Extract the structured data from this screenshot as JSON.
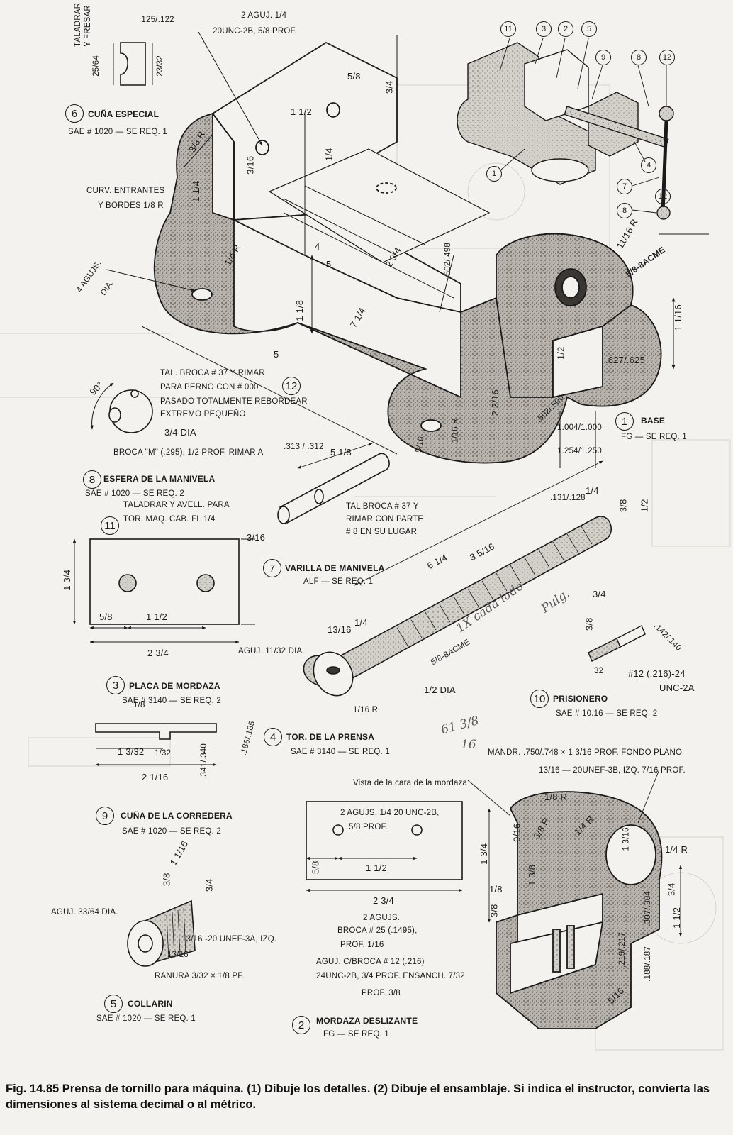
{
  "caption": {
    "figure": "Fig. 14.85",
    "title": "Prensa de  tornillo para máquina.",
    "text": "(1) Dibuje los detalles. (2) Dibuje el ensamblaje. Si indica el instructor, convierta las dimensiones al sistema decimal o al métrico."
  },
  "colors": {
    "ink": "#1a1a1a",
    "paper": "#f4f2ee",
    "stipple": "#8a8782",
    "ghost": "#c9c5be"
  },
  "parts": {
    "base": {
      "number": "1",
      "name": "BASE",
      "spec": "FG — SE REQ. 1"
    },
    "mordaza": {
      "number": "2",
      "name": "MORDAZA DESLIZANTE",
      "spec": "FG — SE REQ. 1"
    },
    "placa": {
      "number": "3",
      "name": "PLACA DE MORDAZA",
      "spec": "SAE # 3140 — SE REQ. 2"
    },
    "tornillo": {
      "number": "4",
      "name": "TOR. DE LA PRENSA",
      "spec": "SAE # 3140 — SE REQ. 1"
    },
    "collarin": {
      "number": "5",
      "name": "COLLARIN",
      "spec": "SAE # 1020 — SE REQ. 1"
    },
    "cuna": {
      "number": "6",
      "name": "CUÑA ESPECIAL",
      "spec": "SAE # 1020 — SE REQ. 1"
    },
    "varilla": {
      "number": "7",
      "name": "VARILLA DE MANIVELA",
      "spec": "ALF — SE REQ. 1"
    },
    "esfera": {
      "number": "8",
      "name": "ESFERA DE LA MANIVELA",
      "spec": "SAE # 1020 — SE REQ. 2"
    },
    "cuna_corredera": {
      "number": "9",
      "name": "CUÑA DE LA CORREDERA",
      "spec": "SAE # 1020 — SE REQ. 2"
    },
    "prisionero": {
      "number": "10",
      "name": "PRISIONERO",
      "spec": "SAE # 10.16 — SE REQ. 2"
    },
    "tornillo_cab": {
      "number": "11"
    },
    "part12": {
      "number": "12"
    }
  },
  "assembly_balloons": [
    "11",
    "3",
    "2",
    "5",
    "9",
    "8",
    "12",
    "4",
    "1",
    "7",
    "8",
    "12"
  ],
  "notes": {
    "taladrar": "TALADRAR\nY FRESAR",
    "agujeros_top": "2 AGUJ.  1/4",
    "unc_top": "20UNC-2B,  5/8 PROF.",
    "curvas": "CURV. ENTRANTES",
    "bordes": "Y BORDES  1/8 R",
    "agujeros_4": "4 AGUJS.",
    "dia": "DIA.",
    "acme": "5/8-8ACME",
    "tal_broca_37": "TAL. BROCA # 37 Y RIMAR",
    "para_perno": "PARA PERNO CON # 000",
    "pasado": "PASADO TOTALMENTE REBORDEAR",
    "extremo": "EXTREMO PEQUEÑO",
    "dia_34": "3/4 DIA",
    "broca_m": "BROCA \"M\" (.295),  1/2  PROF. RIMAR A",
    "rimar_val": ".313 / .312",
    "varilla_len": "5 1/8",
    "tal_broca_37b": "TAL BROCA # 37 Y",
    "rimar_parte": "RIMAR CON PARTE",
    "en_su_lugar": "# 8 EN SU LUGAR",
    "taladrar_avell": "TALADRAR Y AVELL. PARA",
    "tor_maq": "TOR. MAQ. CAB. FL  1/4",
    "agu_1132": "AGUJ.  11/32  DIA.",
    "len_614": "6 1/4",
    "len_3516": "3 5/16",
    "acme2": "5/8-8ACME",
    "dia_12": "1/2 DIA",
    "r_116": "1/16 R",
    "prisionero_thread": "#12 (.216)-24",
    "unc2a": "UNC-2A",
    "mandr": "MANDR.  .750/.748  ×  1 3/16  PROF. FONDO PLANO",
    "unef": "13/16 — 20UNEF-3B, IZQ.  7/16  PROF.",
    "vista": "Vista de la cara de la mordaza",
    "agujs_2": "2 AGUJS.  1/4  20 UNC-2B,",
    "prof_58": "5/8  PROF.",
    "agujs_broca": "2 AGUJS.",
    "broca_25": "BROCA # 25 (.1495),",
    "prof_116": "PROF.  1/16",
    "agu_broca12": "AGUJ. C/BROCA # 12 (.216)",
    "unc24": "24UNC-2B,  3/4  PROF. ENSANCH.  7/32",
    "prof_38": "PROF.  3/8",
    "agu_3364": "AGUJ.  33/64  DIA.",
    "unef3a": "13/16 -20 UNEF-3A, IZQ.",
    "ranura": "RANURA  3/32 × 1/8  PF."
  },
  "dims": {
    "d_125_122": ".125/.122",
    "d_25_64": "25/64",
    "d_23_32": "23/32",
    "d_1_12": "1 1/2",
    "d_5_8": "5/8",
    "d_3_4": "3/4",
    "d_3_16": "3/16",
    "d_1_4": "1/4",
    "d_3_8r": "3/8 R",
    "d_1_4b": "1 1/4",
    "d_4": "4",
    "d_5": "5",
    "d_2_34": "2 3/4",
    "d_502": ".502/.498",
    "d_1_18": "1 1/8",
    "d_7_14": "7 1/4",
    "d_5b": "5",
    "d_1_4r": "1/4 R",
    "d_11_16r": "11/16 R",
    "d_2_316": "2 3/16",
    "d_502b": ".502/.500",
    "d_1_2": "1/2",
    "d_1_16r": "1/16 R",
    "d_5_16": "5/16",
    "d_627": ".627/.625",
    "d_1004": "1.004/1.000",
    "d_1254": "1.254/1.250",
    "d_1_116": "1 1/16",
    "d_90": "90°",
    "d_1_34": "1 3/4",
    "d_58b": "5/8",
    "d_1_12b": "1 1/2",
    "d_2_34b": "2 3/4",
    "d_316b": "3/16",
    "d_131": ".131/.128",
    "d_14b": "1/4",
    "d_38b": "3/8",
    "d_12b": "1/2",
    "d_1316": "13/16",
    "d_14c": "1/4",
    "d_34c": "3/4",
    "d_38c": "3/8",
    "d_142": ".142/.140",
    "d_32": "32",
    "d_18": "1/8",
    "d_1_32": "1 3/32",
    "d_2_116": "2 1/16",
    "d_186": ".186/.185",
    "d_341": ".341/.340",
    "d_132": "1/32",
    "d_1_16c": "1 1/16",
    "d_3_8d": "3/8",
    "d_3_4d": "3/4",
    "d_1316b": "13/16",
    "d_58c": "5/8",
    "d_112c": "1 1/2",
    "d_234c": "2 3/4",
    "d_18r": "1/8 R",
    "d_38r": "3/8 R",
    "d_14r2": "1/4 R",
    "d_1_34b": "1 3/4",
    "d_916": "9/16",
    "d_18b": "1/8",
    "d_1_38": "1 3/8",
    "d_1_12c": "1 1/2",
    "d_307": ".307/.304",
    "d_219": ".219/.217",
    "d_188": ".188/.187",
    "d_5_16b": "5/16",
    "d_14r3": "1/4 R",
    "d_34e": "3/4",
    "d_38e": "3/8",
    "d_1316c": "1 3/16"
  },
  "handwriting": {
    "h1": "1X cada lado",
    "h2": "Pulg.",
    "h3": "61 3/8",
    "h4": "16"
  }
}
